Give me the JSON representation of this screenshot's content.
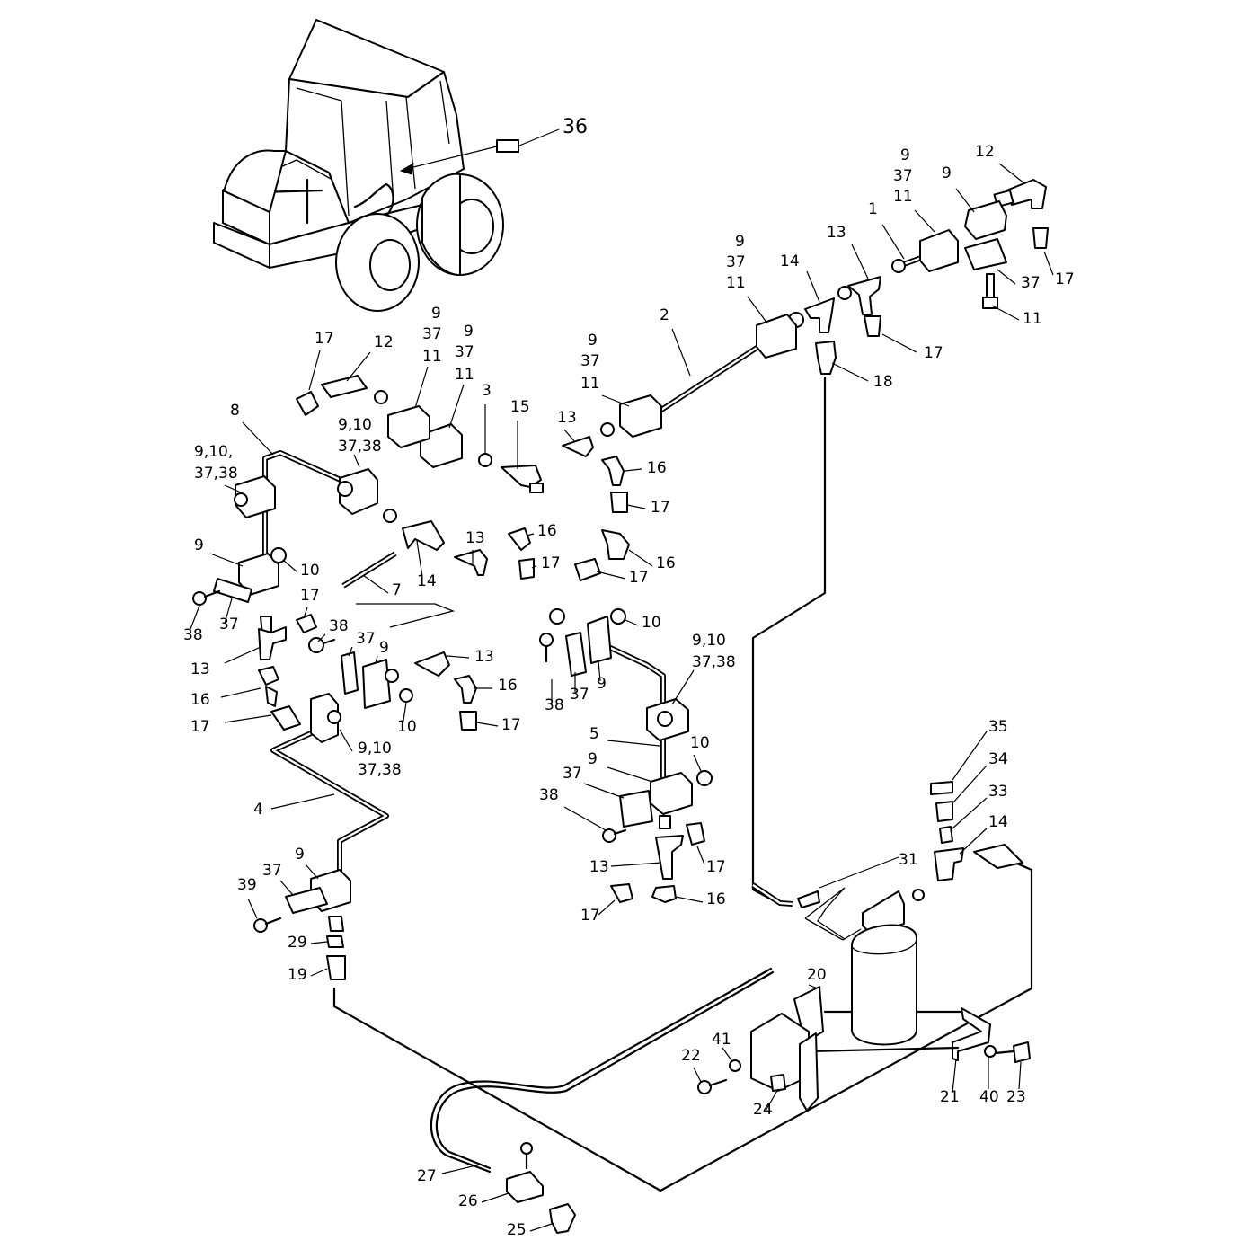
{
  "callouts": [
    {
      "id": "c36",
      "text": "36"
    },
    {
      "id": "c12a",
      "text": "12"
    },
    {
      "id": "c9a",
      "text": "9"
    },
    {
      "id": "c37a",
      "text": "37"
    },
    {
      "id": "c11a",
      "text": "11"
    },
    {
      "id": "c9b",
      "text": "9"
    },
    {
      "id": "c1",
      "text": "1"
    },
    {
      "id": "c37b",
      "text": "37"
    },
    {
      "id": "c17a",
      "text": "17"
    },
    {
      "id": "c11b",
      "text": "11"
    },
    {
      "id": "c13a",
      "text": "13"
    },
    {
      "id": "c14a",
      "text": "14"
    },
    {
      "id": "c17b",
      "text": "17"
    },
    {
      "id": "c18",
      "text": "18"
    },
    {
      "id": "c9c",
      "text": "9"
    },
    {
      "id": "c37c",
      "text": "37"
    },
    {
      "id": "c11c",
      "text": "11"
    },
    {
      "id": "c2",
      "text": "2"
    },
    {
      "id": "c9d",
      "text": "9"
    },
    {
      "id": "c37d",
      "text": "37"
    },
    {
      "id": "c11d",
      "text": "11"
    },
    {
      "id": "c17c",
      "text": "17"
    },
    {
      "id": "c12b",
      "text": "12"
    },
    {
      "id": "c9e",
      "text": "9"
    },
    {
      "id": "c37e",
      "text": "37"
    },
    {
      "id": "c11e",
      "text": "11"
    },
    {
      "id": "c9f",
      "text": "9"
    },
    {
      "id": "c37f",
      "text": "37"
    },
    {
      "id": "c11f",
      "text": "11"
    },
    {
      "id": "c3",
      "text": "3"
    },
    {
      "id": "c15",
      "text": "15"
    },
    {
      "id": "c13b",
      "text": "13"
    },
    {
      "id": "c16a",
      "text": "16"
    },
    {
      "id": "c17d",
      "text": "17"
    },
    {
      "id": "c8",
      "text": "8"
    },
    {
      "id": "c9_10a",
      "text": "9,10"
    },
    {
      "id": "c37_38a",
      "text": "37,38"
    },
    {
      "id": "c9_10b",
      "text": "9,10,"
    },
    {
      "id": "c37_38b",
      "text": "37,38"
    },
    {
      "id": "c13c",
      "text": "13"
    },
    {
      "id": "c16b",
      "text": "16"
    },
    {
      "id": "c17e",
      "text": "17"
    },
    {
      "id": "c16c",
      "text": "16"
    },
    {
      "id": "c17f",
      "text": "17"
    },
    {
      "id": "c9g",
      "text": "9"
    },
    {
      "id": "c10a",
      "text": "10"
    },
    {
      "id": "c7",
      "text": "7"
    },
    {
      "id": "c14b",
      "text": "14"
    },
    {
      "id": "c17g",
      "text": "17"
    },
    {
      "id": "c38a",
      "text": "38"
    },
    {
      "id": "c37g",
      "text": "37"
    },
    {
      "id": "c38b",
      "text": "38"
    },
    {
      "id": "c10b",
      "text": "10"
    },
    {
      "id": "c37h",
      "text": "37"
    },
    {
      "id": "c9h",
      "text": "9"
    },
    {
      "id": "c13d",
      "text": "13"
    },
    {
      "id": "c9_10c",
      "text": "9,10"
    },
    {
      "id": "c37_38c",
      "text": "37,38"
    },
    {
      "id": "c13e",
      "text": "13"
    },
    {
      "id": "c16d",
      "text": "16"
    },
    {
      "id": "c17h",
      "text": "17"
    },
    {
      "id": "c38c",
      "text": "38"
    },
    {
      "id": "c37i",
      "text": "37"
    },
    {
      "id": "c9i",
      "text": "9"
    },
    {
      "id": "c10c",
      "text": "10"
    },
    {
      "id": "c16e",
      "text": "16"
    },
    {
      "id": "c17i",
      "text": "17"
    },
    {
      "id": "c9_10d",
      "text": "9,10"
    },
    {
      "id": "c37_38d",
      "text": "37,38"
    },
    {
      "id": "c5",
      "text": "5"
    },
    {
      "id": "c10d",
      "text": "10"
    },
    {
      "id": "c9j",
      "text": "9"
    },
    {
      "id": "c37j",
      "text": "37"
    },
    {
      "id": "c38d",
      "text": "38"
    },
    {
      "id": "c4",
      "text": "4"
    },
    {
      "id": "c13f",
      "text": "13"
    },
    {
      "id": "c17j",
      "text": "17"
    },
    {
      "id": "c17k",
      "text": "17"
    },
    {
      "id": "c16f",
      "text": "16"
    },
    {
      "id": "c35",
      "text": "35"
    },
    {
      "id": "c34",
      "text": "34"
    },
    {
      "id": "c33",
      "text": "33"
    },
    {
      "id": "c14c",
      "text": "14"
    },
    {
      "id": "c31",
      "text": "31"
    },
    {
      "id": "c9k",
      "text": "9"
    },
    {
      "id": "c37k",
      "text": "37"
    },
    {
      "id": "c39",
      "text": "39"
    },
    {
      "id": "c29",
      "text": "29"
    },
    {
      "id": "c19",
      "text": "19"
    },
    {
      "id": "c20",
      "text": "20"
    },
    {
      "id": "c22",
      "text": "22"
    },
    {
      "id": "c41",
      "text": "41"
    },
    {
      "id": "c24",
      "text": "24"
    },
    {
      "id": "c21",
      "text": "21"
    },
    {
      "id": "c40",
      "text": "40"
    },
    {
      "id": "c23",
      "text": "23"
    },
    {
      "id": "c27",
      "text": "27"
    },
    {
      "id": "c26",
      "text": "26"
    },
    {
      "id": "c25",
      "text": "25"
    }
  ]
}
